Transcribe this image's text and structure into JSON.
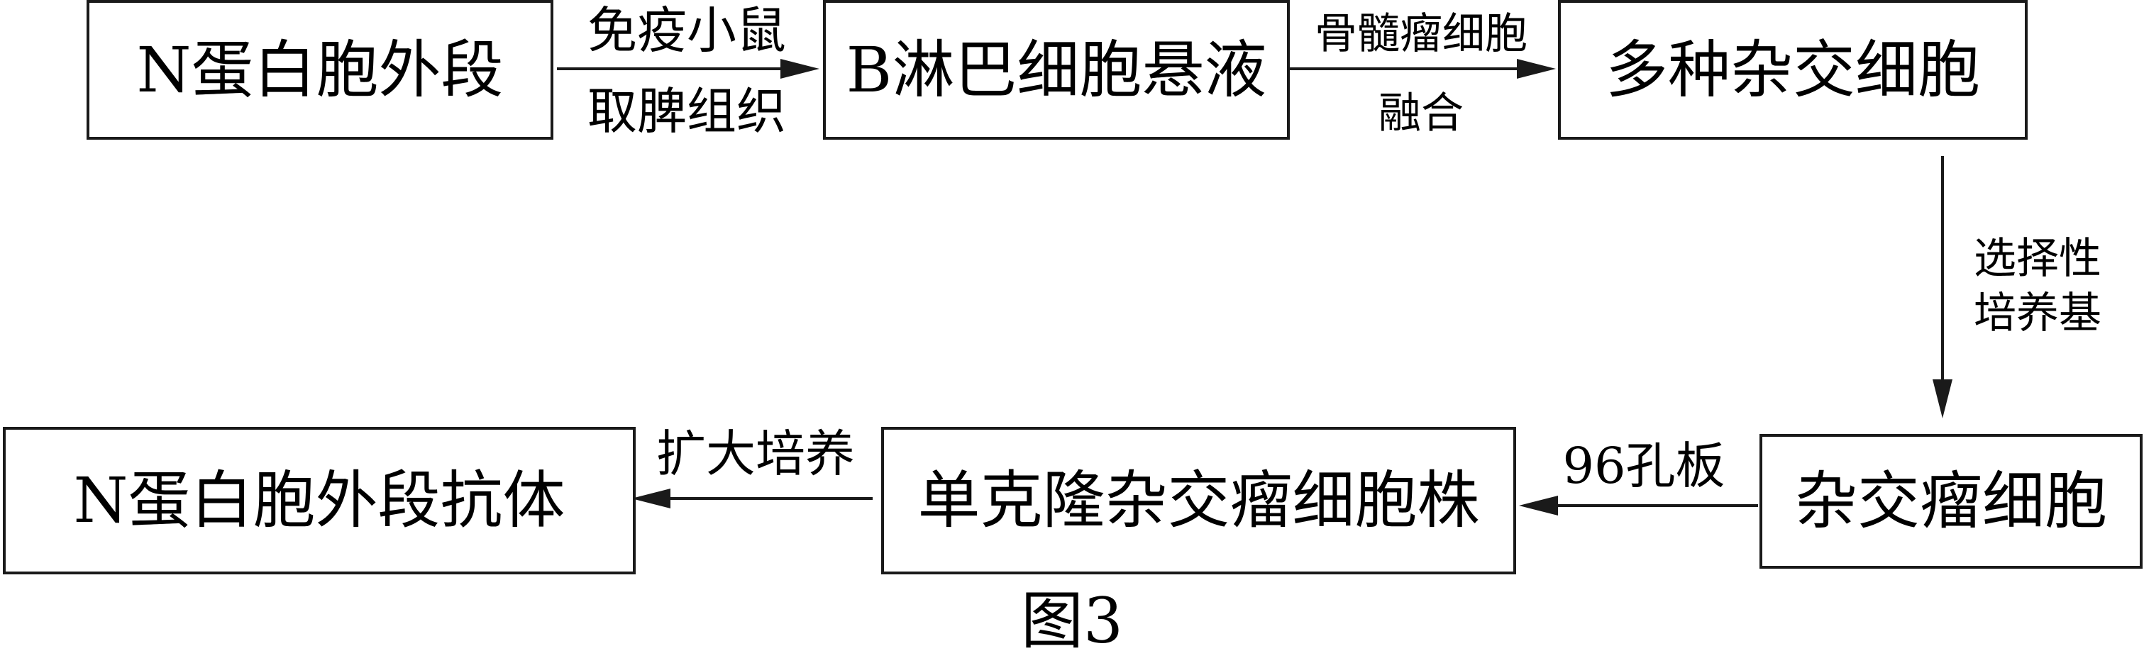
{
  "diagram": {
    "nodes": {
      "n_protein": "N蛋白胞外段",
      "b_cells": "B淋巴细胞悬液",
      "hybrids": "多种杂交细胞",
      "hybridoma": "杂交瘤细胞",
      "mono_clone": "单克隆杂交瘤细胞株",
      "antibody": "N蛋白胞外段抗体"
    },
    "edges": {
      "immunize": {
        "top": "免疫小鼠",
        "bottom": "取脾组织"
      },
      "fusion": {
        "top": "骨髓瘤细胞",
        "bottom": "融合"
      },
      "selection": {
        "line1": "选择性",
        "line2": "培养基"
      },
      "plate": {
        "label": "96孔板"
      },
      "expand": {
        "label": "扩大培养"
      }
    },
    "caption": "图3",
    "colors": {
      "line": "#1a1a1a",
      "background": "#ffffff"
    }
  }
}
